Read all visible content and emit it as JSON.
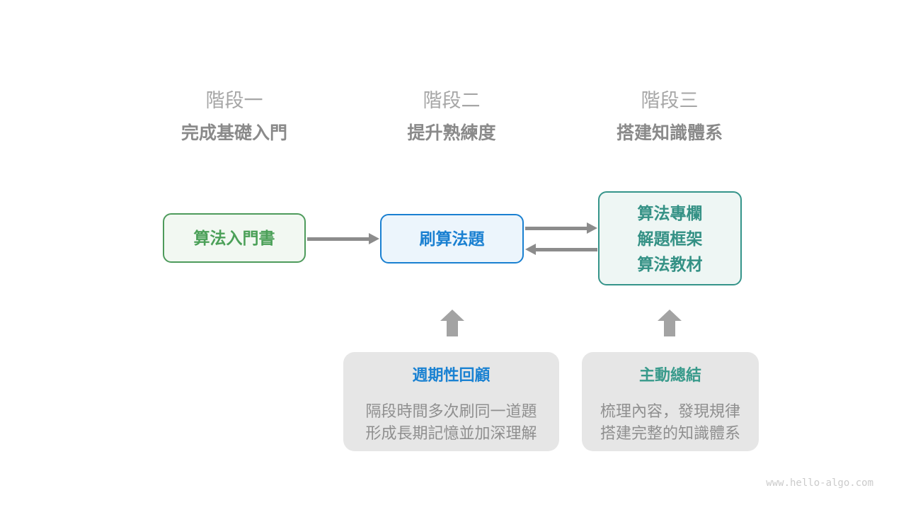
{
  "page": {
    "watermark": "www.hello-algo.com"
  },
  "stages": [
    {
      "label": "階段一",
      "subtitle": "完成基礎入門"
    },
    {
      "label": "階段二",
      "subtitle": "提升熟練度"
    },
    {
      "label": "階段三",
      "subtitle": "搭建知識體系"
    }
  ],
  "nodes": {
    "intro_book": {
      "label": "算法入門書"
    },
    "practice": {
      "label": "刷算法題"
    },
    "resources": {
      "lines": [
        "算法專欄",
        "解題框架",
        "算法教材"
      ]
    }
  },
  "notes": {
    "review": {
      "title": "週期性回顧",
      "lines": [
        "隔段時間多次刷同一道題",
        "形成長期記憶並加深理解"
      ]
    },
    "summary": {
      "title": "主動總結",
      "lines": [
        "梳理內容，發現規律",
        "搭建完整的知識體系"
      ]
    }
  },
  "colors": {
    "green": "#4e9b5c",
    "green_fill": "#f2f8f2",
    "blue": "#1a80d1",
    "blue_fill": "#ecf5fc",
    "teal": "#35948a",
    "teal_fill": "#eef6f4",
    "note_bg": "#e6e6e6",
    "note_title_blue": "#1b82d2",
    "note_title_teal": "#389a8b",
    "stage_label": "#a6a6a6",
    "stage_subtitle": "#8a8a8a",
    "arrow": "#8c8c8c",
    "block_arrow": "#a3a3a3",
    "note_text": "#8f8f8f",
    "watermark": "#cbcbcb"
  }
}
